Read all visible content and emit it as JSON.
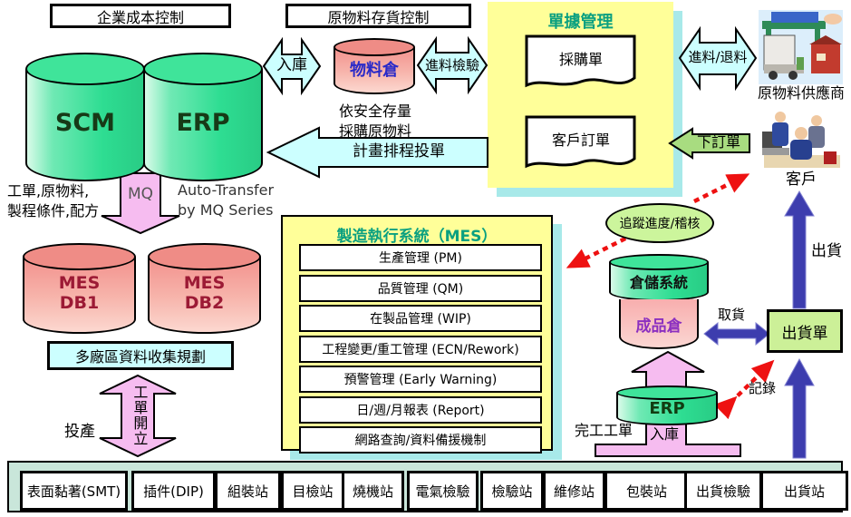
{
  "colors": {
    "yellow_panel": "#ffff99",
    "panel_shadow": "#a8e9e9",
    "cyan_arrow": "#ccffff",
    "pink": "#f6bcf0",
    "blue_arrow": "#3d3dae",
    "red_accent": "#ee1111",
    "order_green": "#a8dc80",
    "ellipse_green": "#ccf59c",
    "ship_box": "#ccf098",
    "strip_bg": "#c9e6da",
    "cyan_box": "#ccffff",
    "teal_title": "#0aa080"
  },
  "top_boxes": {
    "enterprise_cost": "企業成本控制",
    "raw_material_inventory": "原物料存貨控制"
  },
  "doc_mgmt": {
    "title": "單據管理",
    "purchase_order": "採購單",
    "customer_order": "客戶訂單"
  },
  "cylinders": {
    "scm": "SCM",
    "erp": "ERP",
    "material_warehouse": "物料倉",
    "mes_db1": "MES\nDB1",
    "mes_db2": "MES\nDB2",
    "warehouse_system": "倉儲系統",
    "finished_goods": "成品倉",
    "erp_lower": "ERP"
  },
  "arrows": {
    "inbound": "入庫",
    "incoming_inspection": "進料檢驗",
    "incoming_return": "進料/退料",
    "place_order": "下訂單",
    "plan_schedule": "計畫排程投單",
    "mq": "MQ",
    "work_order_create": "工單開立",
    "to_production": "投產",
    "pick_goods": "取貨",
    "ship": "出貨",
    "record": "記錄",
    "completed_work_order": "完工工單",
    "warehouse_in": "入庫"
  },
  "texts": {
    "safety_stock": "依安全存量\n採購原物料",
    "work_order_materials": "工單,原物料,\n製程條件,配方",
    "auto_transfer": "Auto-Transfer\nby MQ Series",
    "supplier": "原物料供應商",
    "customer": "客戶",
    "track_audit": "追蹤進度/稽核",
    "multi_site": "多廠區資料收集規劃",
    "shipping_order": "出貨單"
  },
  "mes": {
    "title": "製造執行系統（MES）",
    "items": [
      "生產管理 (PM)",
      "品質管理 (QM)",
      "在製品管理 (WIP)",
      "工程變更/重工管理 (ECN/Rework)",
      "預警管理 (Early Warning)",
      "日/週/月報表 (Report)",
      "網路查詢/資料備援機制"
    ]
  },
  "stations": [
    "表面黏著(SMT)",
    "插件(DIP)",
    "組裝站",
    "目檢站",
    "燒機站",
    "電氣檢驗",
    "檢驗站",
    "維修站",
    "包裝站",
    "出貨檢驗",
    "出貨站"
  ]
}
